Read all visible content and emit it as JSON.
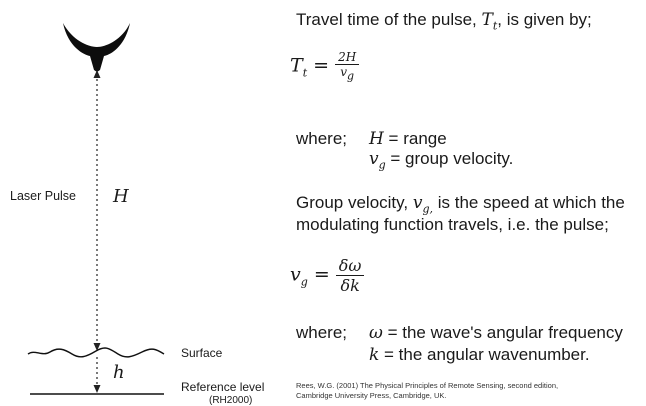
{
  "left": {
    "pulse_label": "Laser Pulse",
    "range_symbol": "H",
    "height_symbol": "h",
    "surface_label": "Surface",
    "reference_label": "Reference level",
    "reference_cite": "(RH2000)"
  },
  "right": {
    "intro_text": "Travel time of the pulse, ",
    "intro_symbol": "T",
    "intro_sub": "t",
    "intro_tail": ", is given by;",
    "eq1": {
      "lhs": "T",
      "lhs_sub": "t",
      "equals": "=",
      "num": "2H",
      "den": "v",
      "den_sub": "g"
    },
    "where1_label": "where;",
    "where1_line1_sym": "H",
    "where1_line1_text": " = range",
    "where1_line2_sym": "v",
    "where1_line2_sub": "g",
    "where1_line2_text": " = group velocity.",
    "gv_text_a": "Group velocity, ",
    "gv_sym": "v",
    "gv_sub": "g,",
    "gv_text_b": " is the speed at which the",
    "gv_line2": "modulating function travels, i.e. the pulse;",
    "eq2": {
      "lhs": "v",
      "lhs_sub": "g",
      "equals": "=",
      "num": "δω",
      "den": "δk"
    },
    "where2_label": "where;",
    "where2_line1_sym": "ω",
    "where2_line1_text": " = the wave's angular frequency",
    "where2_line2_sym": "k",
    "where2_line2_text": " = the angular wavenumber.",
    "ref_line1": "Rees, W.G. (2001) The Physical Principles of Remote Sensing, second edition,",
    "ref_line2": "Cambridge University Press, Cambridge, UK."
  }
}
